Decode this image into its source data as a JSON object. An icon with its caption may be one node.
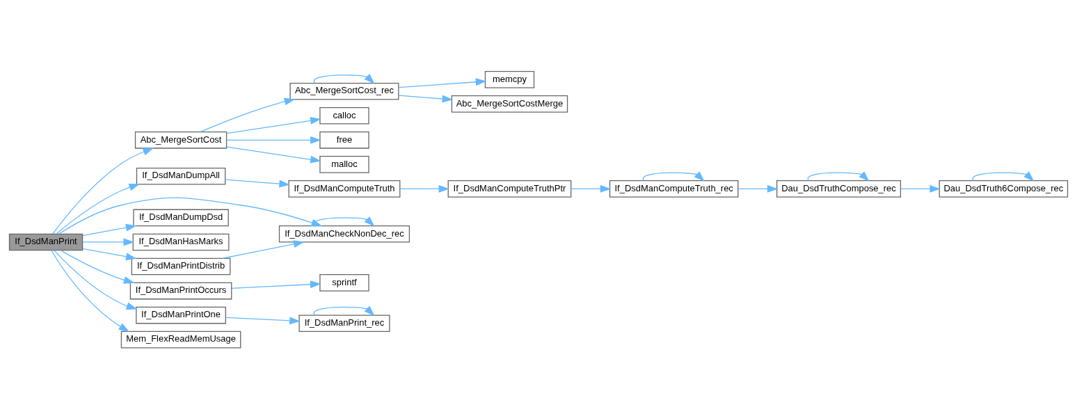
{
  "diagram": {
    "nodes": [
      {
        "text": [
          "If_DsdManPrint"
        ]
      },
      {
        "text": [
          "Abc_MergeSortCost"
        ]
      },
      {
        "text": [
          "Abc_MergeSortCost_rec"
        ]
      },
      {
        "text": [
          "memcpy"
        ]
      },
      {
        "text": [
          "Abc_MergeSortCostMerge"
        ]
      },
      {
        "text": [
          "calloc"
        ]
      },
      {
        "text": [
          "free"
        ]
      },
      {
        "text": [
          "malloc"
        ]
      },
      {
        "text": [
          "If_DsdManDumpAll"
        ]
      },
      {
        "text": [
          "If_DsdManComputeTruth"
        ]
      },
      {
        "text": [
          "If_DsdManComputeTruthPtr"
        ]
      },
      {
        "text": [
          "If_DsdManComputeTruth_rec"
        ]
      },
      {
        "text": [
          "Dau_DsdTruthCompose_rec"
        ]
      },
      {
        "text": [
          "Dau_DsdTruth6Compose_rec"
        ]
      },
      {
        "text": [
          "If_DsdManCheckNonDec_rec"
        ]
      },
      {
        "text": [
          "If_DsdManDumpDsd"
        ]
      },
      {
        "text": [
          "If_DsdManHasMarks"
        ]
      },
      {
        "text": [
          "If_DsdManPrintDistrib"
        ]
      },
      {
        "text": [
          "If_DsdManPrintOccurs"
        ]
      },
      {
        "text": [
          "sprintf"
        ]
      },
      {
        "text": [
          "If_DsdManPrintOne"
        ]
      },
      {
        "text": [
          "If_DsdManPrint_rec"
        ]
      },
      {
        "text": [
          "Mem_FlexReadMemUsage"
        ]
      }
    ],
    "edges": [
      {
        "from": 0,
        "to": 1,
        "arrow": "to"
      },
      {
        "from": 1,
        "to": 2,
        "arrow": "to"
      },
      {
        "from": 2,
        "to": 2,
        "arrow": "to"
      },
      {
        "from": 2,
        "to": 3,
        "arrow": "to"
      },
      {
        "from": 2,
        "to": 4,
        "arrow": "to"
      },
      {
        "from": 1,
        "to": 5,
        "arrow": "to"
      },
      {
        "from": 1,
        "to": 6,
        "arrow": "to"
      },
      {
        "from": 1,
        "to": 7,
        "arrow": "to"
      },
      {
        "from": 0,
        "to": 8,
        "arrow": "to"
      },
      {
        "from": 8,
        "to": 9,
        "arrow": "to"
      },
      {
        "from": 9,
        "to": 10,
        "arrow": "to"
      },
      {
        "from": 10,
        "to": 11,
        "arrow": "to"
      },
      {
        "from": 11,
        "to": 11,
        "arrow": "to"
      },
      {
        "from": 11,
        "to": 12,
        "arrow": "to"
      },
      {
        "from": 12,
        "to": 12,
        "arrow": "to"
      },
      {
        "from": 12,
        "to": 13,
        "arrow": "to"
      },
      {
        "from": 13,
        "to": 13,
        "arrow": "to"
      },
      {
        "from": 0,
        "to": 14,
        "arrow": "to"
      },
      {
        "from": 14,
        "to": 14,
        "arrow": "to"
      },
      {
        "from": 0,
        "to": 15,
        "arrow": "to"
      },
      {
        "from": 0,
        "to": 16,
        "arrow": "to"
      },
      {
        "from": 0,
        "to": 17,
        "arrow": "to"
      },
      {
        "from": 17,
        "to": 14,
        "arrow": "to"
      },
      {
        "from": 0,
        "to": 18,
        "arrow": "to"
      },
      {
        "from": 18,
        "to": 19,
        "arrow": "to"
      },
      {
        "from": 0,
        "to": 20,
        "arrow": "to"
      },
      {
        "from": 20,
        "to": 21,
        "arrow": "to"
      },
      {
        "from": 21,
        "to": 21,
        "arrow": "to"
      },
      {
        "from": 0,
        "to": 22,
        "arrow": "to"
      }
    ]
  }
}
